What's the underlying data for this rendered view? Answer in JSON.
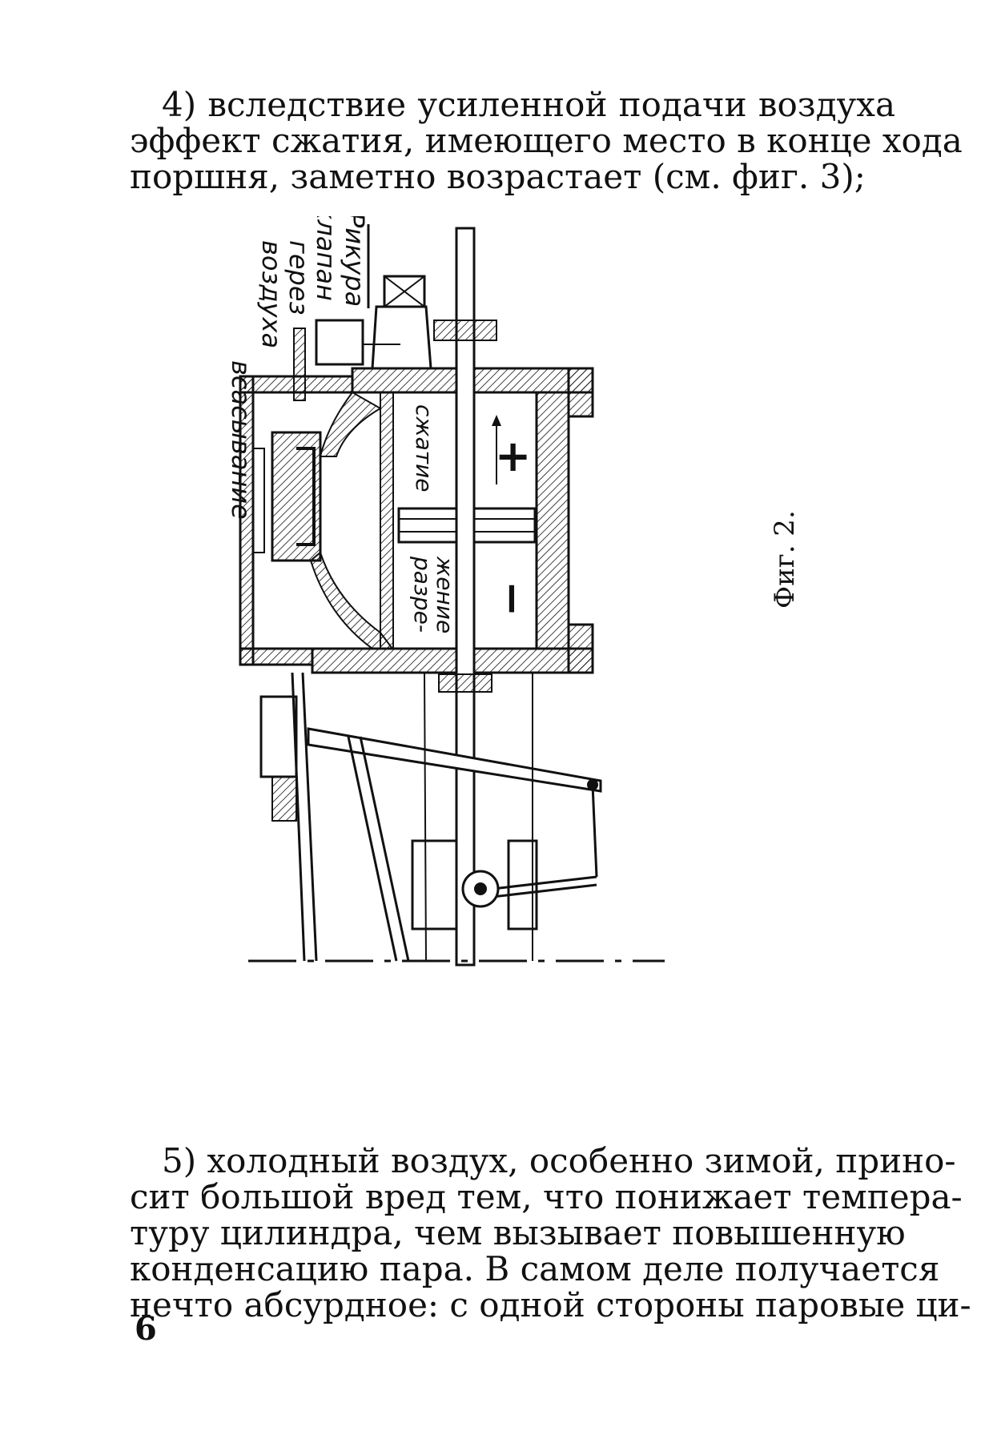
{
  "paragraph_top": {
    "lines": [
      "4) вследствие усиленной подачи воздуха",
      "эффект сжатия, имеющего место в конце хода",
      "поршня, заметно возрастает (см. фиг. 3);"
    ]
  },
  "figure": {
    "caption": "Фиг. 2.",
    "labels": {
      "air_intake": "всасывание",
      "air": "воздуха",
      "through": "герез",
      "valve": "клапан",
      "rikur": "Рикура",
      "compression": "сжатие",
      "rarefaction_1": "разре-",
      "rarefaction_2": "жение",
      "plus": "+",
      "minus": "−"
    }
  },
  "paragraph_bottom": {
    "lines": [
      "5) холодный воздух, особенно зимой, прино-",
      "сит большой вред тем, что понижает темпера-",
      "туру цилиндра, чем вызывает повышенную",
      "конденсацию пара. В самом деле получается",
      "нечто абсурдное: с одной стороны паровые ци-"
    ]
  },
  "page_number": "6"
}
